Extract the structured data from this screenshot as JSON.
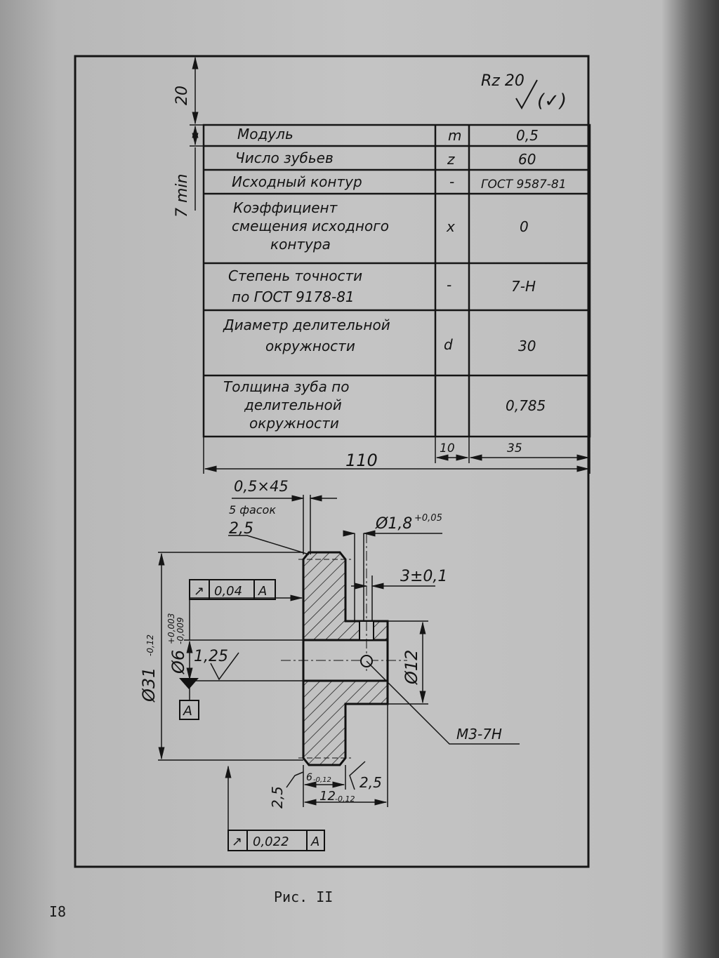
{
  "roughness": {
    "general": "Rz 20",
    "other": "(✓)"
  },
  "table": {
    "rows": [
      {
        "param": "Модуль",
        "symbol": "m",
        "value": "0,5"
      },
      {
        "param": "Число зубьев",
        "symbol": "z",
        "value": "60"
      },
      {
        "param": "Исходный контур",
        "symbol": "-",
        "value": "ГОСТ 9587-81"
      },
      {
        "param_lines": [
          "Коэффициент",
          "смещения исходного",
          "контура"
        ],
        "symbol": "x",
        "value": "0"
      },
      {
        "param_lines": [
          "Степень точности",
          "по ГОСТ 9178-81"
        ],
        "symbol": "-",
        "value": "7-Н"
      },
      {
        "param_lines": [
          "Диаметр делительной",
          "окружности"
        ],
        "symbol": "d",
        "value": "30"
      },
      {
        "param_lines": [
          "Толщина зуба по",
          "делительной",
          "окружности"
        ],
        "symbol": "",
        "value": "0,785"
      }
    ]
  },
  "table_dims": {
    "height_top": "20",
    "row_min": "7 min",
    "width": "110",
    "col_symbol": "10",
    "col_value": "35"
  },
  "part": {
    "chamfer": "0,5×45",
    "chamfer_count": "5 фасок",
    "roughness_chamfer": "2,5",
    "hole_dia": "Ø1,8",
    "hole_dia_tol": "+0,05",
    "hole_pos": "3±0,1",
    "runout_sym": "↗",
    "runout_top": "0,04",
    "datum": "A",
    "bore_dia": "Ø6",
    "bore_tol_upper": "+0,003",
    "bore_tol_lower": "-0,009",
    "bore_roughness": "1,25",
    "outer_dia": "Ø31",
    "outer_tol": "-0,12",
    "hub_dia": "Ø12",
    "thread": "М3-7Н",
    "rim_width": "6",
    "rim_width_tol": "-0,12",
    "total_width": "12",
    "total_width_tol": "-0,12",
    "roughness_left": "2,5",
    "roughness_right": "2,5",
    "runout_bottom": "0,022"
  },
  "caption": "Рис. II",
  "page_number": "I8"
}
